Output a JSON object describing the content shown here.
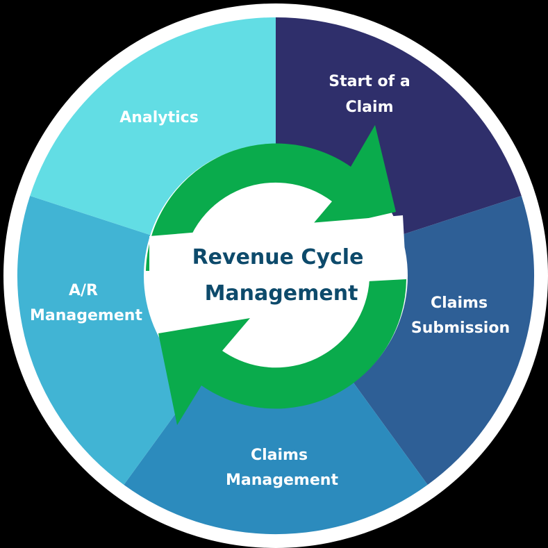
{
  "diagram": {
    "center": {
      "title_line1": "Revenue Cycle",
      "title_line2": "Management"
    },
    "segments": [
      {
        "key": "start",
        "line1": "Start of a",
        "line2": "Claim",
        "color": "#2f2f6b"
      },
      {
        "key": "submission",
        "line1": "Claims",
        "line2": "Submission",
        "color": "#2e5f96"
      },
      {
        "key": "management",
        "line1": "Claims",
        "line2": "Management",
        "color": "#2c8bbd"
      },
      {
        "key": "ar",
        "line1": "A/R",
        "line2": "Management",
        "color": "#41b4d4"
      },
      {
        "key": "analytics",
        "line1": "Analytics",
        "line2": "",
        "color": "#62dde4"
      }
    ],
    "colors": {
      "background": "#000000",
      "outer_ring": "#ffffff",
      "center_fill": "#ffffff",
      "cycle_arrows": "#0aab4c",
      "center_text": "#0d4a6b",
      "segment_text": "#ffffff"
    },
    "arrows_icon": "circular-refresh-arrows"
  }
}
